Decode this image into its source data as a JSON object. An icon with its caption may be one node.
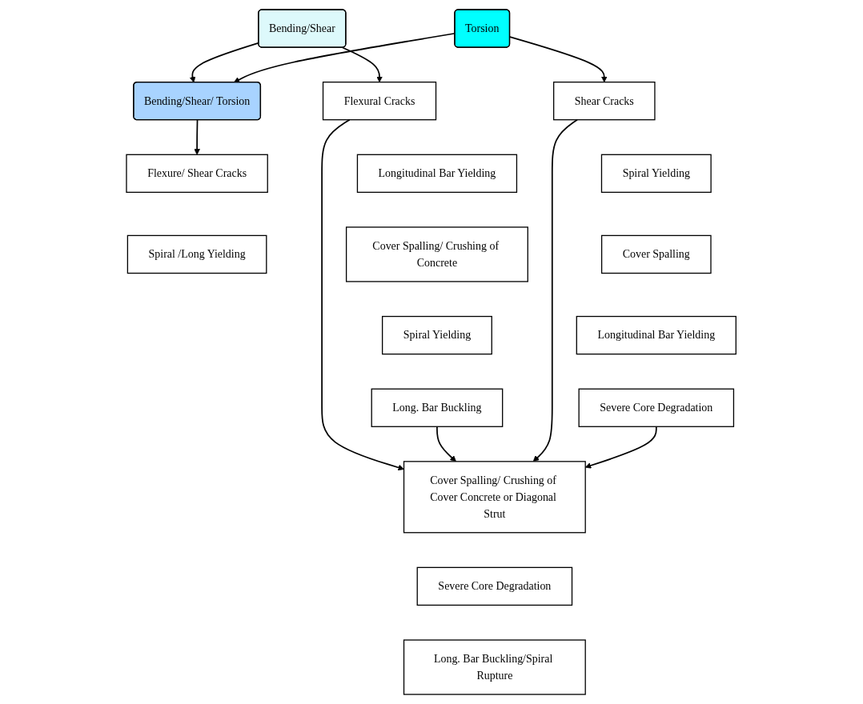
{
  "diagram": {
    "nodes": [
      {
        "text": [
          "Bending/Shear"
        ]
      },
      {
        "text": [
          "Bending/Shear/ Torsion"
        ]
      },
      {
        "text": [
          "Torsion"
        ]
      },
      {
        "text": [
          "Flexural Cracks"
        ]
      },
      {
        "text": [
          "Flexure/ Shear Cracks"
        ]
      },
      {
        "text": [
          "Shear Cracks"
        ]
      },
      {
        "text": [
          "Longitudinal Bar Yielding"
        ]
      },
      {
        "text": [
          "Spiral /Long Yielding"
        ]
      },
      {
        "text": [
          "Spiral Yielding"
        ]
      },
      {
        "text": [
          "Cover Spalling/ Crushing of Concrete"
        ]
      },
      {
        "text": [
          "Cover Spalling/ Crushing of Cover Concrete or Diagonal Strut"
        ]
      },
      {
        "text": [
          "Cover Spalling"
        ]
      },
      {
        "text": [
          "Spiral Yielding"
        ]
      },
      {
        "text": [
          "Severe Core Degradation"
        ]
      },
      {
        "text": [
          "Longitudinal Bar Yielding"
        ]
      },
      {
        "text": [
          "Long. Bar Buckling"
        ]
      },
      {
        "text": [
          "Long. Bar Buckling/Spiral Rupture"
        ]
      },
      {
        "text": [
          "Severe Core Degradation"
        ]
      }
    ],
    "edges": [
      {
        "from": 0,
        "to": 1,
        "arrow": "to"
      },
      {
        "from": 2,
        "to": 1,
        "arrow": "to"
      },
      {
        "from": 0,
        "to": 3,
        "arrow": "to"
      },
      {
        "from": 1,
        "to": 4,
        "arrow": "to"
      },
      {
        "from": 2,
        "to": 5,
        "arrow": "to"
      },
      {
        "from": 3,
        "to": 10,
        "arrow": "to"
      },
      {
        "from": 15,
        "to": 10,
        "arrow": "to"
      },
      {
        "from": 5,
        "to": 10,
        "arrow": "to"
      },
      {
        "from": 17,
        "to": 10,
        "arrow": "to"
      }
    ]
  }
}
